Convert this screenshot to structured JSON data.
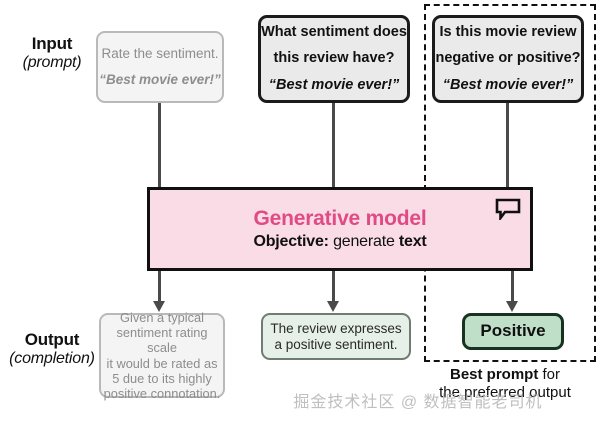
{
  "diagram": {
    "rows": {
      "input": {
        "title": "Input",
        "subtitle": "(prompt)"
      },
      "output": {
        "title": "Output",
        "subtitle": "(completion)"
      }
    },
    "prompts": [
      {
        "id": "prompt-1",
        "instruction": "Rate the sentiment.",
        "quote": "“Best movie ever!”",
        "style": "faded"
      },
      {
        "id": "prompt-2",
        "instruction_line_1": "What sentiment does",
        "instruction_line_2": "this review have?",
        "quote": "“Best movie ever!”",
        "style": "solid"
      },
      {
        "id": "prompt-3",
        "instruction_line_1": "Is this movie review",
        "instruction_line_2": "negative or positive?",
        "quote": "“Best movie ever!”",
        "style": "solid"
      }
    ],
    "model": {
      "title": "Generative model",
      "objective_label": "Objective:",
      "objective_value_mid": " generate ",
      "objective_value_end": "text",
      "title_color": "#e04a85",
      "fill_color": "#fadce6",
      "icon": "speech-bubble-icon"
    },
    "outputs": [
      {
        "id": "output-1",
        "lines": [
          "Given a typical",
          "sentiment rating scale",
          "it would be rated as",
          "5 due to its highly",
          "positive connotation."
        ],
        "style": "faded"
      },
      {
        "id": "output-2",
        "lines": [
          "The review expresses",
          "a positive sentiment."
        ],
        "style": "green-soft"
      },
      {
        "id": "output-3",
        "lines": [
          "Positive"
        ],
        "style": "green-strong"
      }
    ],
    "caption": {
      "bold_lead": "Best prompt",
      "rest_line_1": " for",
      "rest_line_2": "the preferred output"
    },
    "watermark": "掘金技术社区 @ 数据智能老司机"
  }
}
